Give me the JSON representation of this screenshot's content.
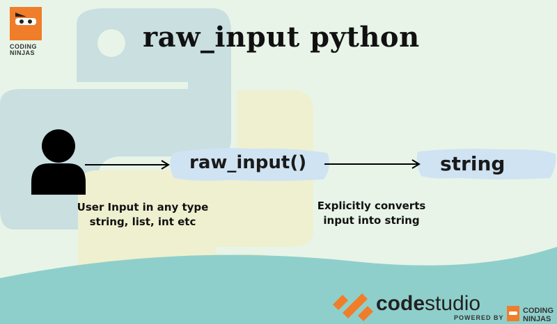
{
  "title": "raw_input python",
  "nodes": {
    "function": "raw_input()",
    "output": "string"
  },
  "captions": {
    "user_line1": "User Input in any type",
    "user_line2": "string, list, int etc",
    "convert_line1": "Explicitly converts",
    "convert_line2": "input into string"
  },
  "branding": {
    "logo_line1": "CODING",
    "logo_line2": "NINJAS",
    "product_a": "code",
    "product_b": "studio",
    "powered_by": "POWERED BY",
    "cn_line1": "CODING",
    "cn_line2": "NINJAS"
  },
  "colors": {
    "background": "#e8f4e8",
    "python_blue": "#c9dfe0",
    "python_yellow": "#eef0cf",
    "wave": "#8fcfcb",
    "brush": "#cfe3f2",
    "accent_orange": "#f07d2a"
  }
}
